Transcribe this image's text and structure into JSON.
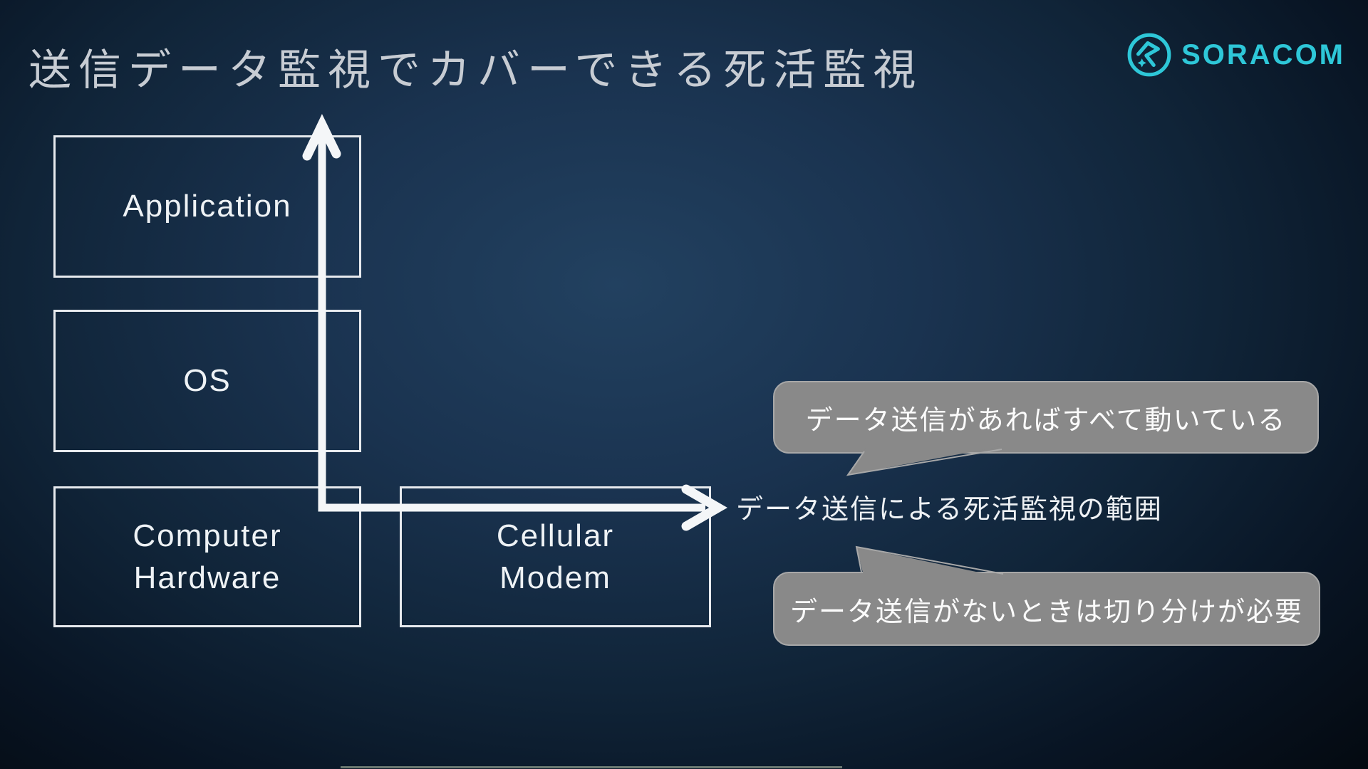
{
  "slide": {
    "title": "送信データ監視でカバーできる死活監視",
    "logo": {
      "brand": "SORACOM",
      "accent_color": "#2EC7D8",
      "icon": "soracom-mark-icon"
    },
    "diagram": {
      "boxes": [
        {
          "id": "application",
          "label": "Application"
        },
        {
          "id": "os",
          "label": "OS"
        },
        {
          "id": "computer-hardware",
          "label": "Computer Hardware"
        },
        {
          "id": "cellular-modem",
          "label": "Cellular Modem"
        }
      ],
      "arrow": {
        "color": "#F4F6F8",
        "label": "データ送信による死活監視の範囲"
      }
    },
    "callouts": [
      {
        "id": "data-present",
        "text": "データ送信があればすべて動いている",
        "fill": "#898989",
        "border": "#A8A8A8"
      },
      {
        "id": "data-absent",
        "text": "データ送信がないときは切り分けが必要",
        "fill": "#898989",
        "border": "#A8A8A8"
      }
    ],
    "colors": {
      "background_center": "#224160",
      "background_edge": "#040A11",
      "box_border": "#E7EAEE",
      "title_text": "#C7CCD3",
      "body_text": "#EEF2F5"
    }
  }
}
